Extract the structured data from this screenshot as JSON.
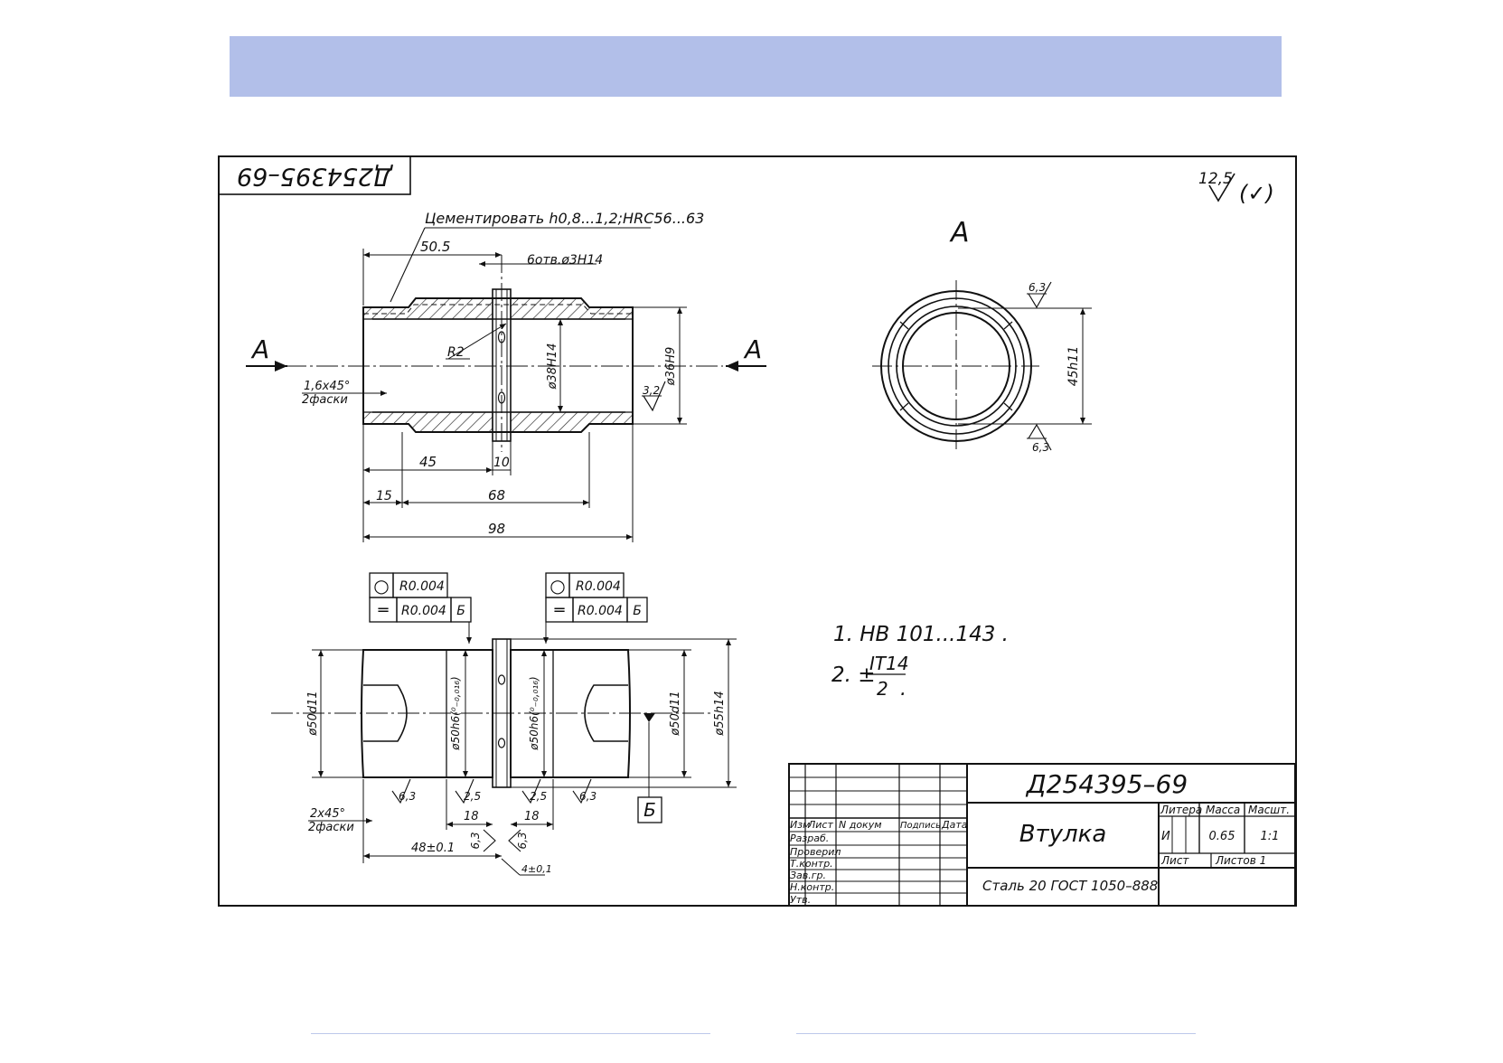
{
  "stamp_corner": "Д254395–69",
  "roughness_general": {
    "value": "12,5",
    "suffix": "(✓)"
  },
  "top_view": {
    "note_carburize": "Цементировать h0,8...1,2;HRC56...63",
    "dim_50_5": "50.5",
    "holes_note": "6отв.ø3H14",
    "section_mark_left": "A",
    "section_mark_right": "A",
    "radius": "R2",
    "bore_dia": "ø38H14",
    "inner_dia": "ø36H9",
    "roughness_bore": "3,2",
    "chamfer_line1": "1,6х45°",
    "chamfer_line2": "2фаски",
    "dim_45": "45",
    "dim_10": "10",
    "dim_15": "15",
    "dim_68": "68",
    "dim_98": "98"
  },
  "end_view": {
    "title": "A",
    "roughness_top": "6,3",
    "roughness_bottom": "6,3",
    "dia": "45h11"
  },
  "tolerance_frames": [
    {
      "symbol": "○",
      "value": "R0.004",
      "datum": ""
    },
    {
      "symbol": "═",
      "value": "R0.004",
      "datum": "Б"
    },
    {
      "symbol": "○",
      "value": "R0.004",
      "datum": ""
    },
    {
      "symbol": "═",
      "value": "R0.004",
      "datum": "Б"
    }
  ],
  "bottom_view": {
    "dia_left": "ø50d11",
    "dia_mid_left": "ø50h6(⁰₋₀,₀₁₆)",
    "dia_mid_right": "ø50h6(⁰₋₀,₀₁₆)",
    "dia_right": "ø50d11",
    "dia_outer": "ø55h14",
    "datum_label": "Б",
    "r_6_3_a": "6,3",
    "r_2_5_a": "2,5",
    "r_2_5_b": "2,5",
    "r_6_3_b": "6,3",
    "chamfer_line1": "2х45°",
    "chamfer_line2": "2фаски",
    "dim_18_a": "18",
    "dim_18_b": "18",
    "r_6_3_c": "6,3",
    "r_6_3_d": "6,3",
    "dim_48": "48±0.1",
    "dim_4": "4±0,1"
  },
  "notes": {
    "note1": "1. HB 101...143 .",
    "note2_prefix": "2. ±",
    "note2_num": "IT14",
    "note2_den": "2",
    "note2_suffix": "."
  },
  "title_block": {
    "designation": "Д254395–69",
    "part_name": "Втулка",
    "material": "Сталь 20 ГОСТ 1050–888",
    "litera_header": "Литера",
    "massa_header": "Масса",
    "masshtab_header": "Масшт.",
    "litera_value": "И",
    "massa_value": "0.65",
    "masshtab_value": "1:1",
    "list_label": "Лист",
    "listov_label": "Листов 1",
    "col_izm": "Изм",
    "col_list": "Лист",
    "col_ndok": "N докум",
    "col_podpis": "Подпись",
    "col_data": "Дата",
    "row_razrab": "Разраб.",
    "row_proveril": "Проверил",
    "row_tkontr": "Т.контр.",
    "row_zavgr": "Зав.гр.",
    "row_nkontr": "Н.контр.",
    "row_utv": "Утв."
  }
}
